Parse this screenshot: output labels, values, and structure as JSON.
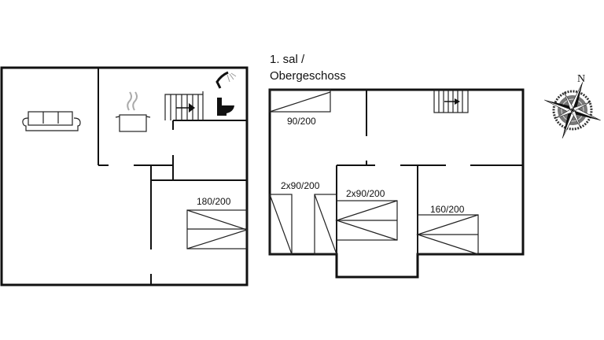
{
  "upper_floor": {
    "title_line1": "1. sal /",
    "title_line2": "Obergeschoss",
    "beds": [
      "90/200",
      "2x90/200",
      "2x90/200",
      "160/200"
    ]
  },
  "ground_floor": {
    "beds": [
      "180/200"
    ],
    "icons": [
      "sofa-icon",
      "cooking-pot-icon",
      "stairs-icon",
      "shower-icon",
      "toilet-icon"
    ]
  },
  "compass": {
    "north_label": "N"
  }
}
